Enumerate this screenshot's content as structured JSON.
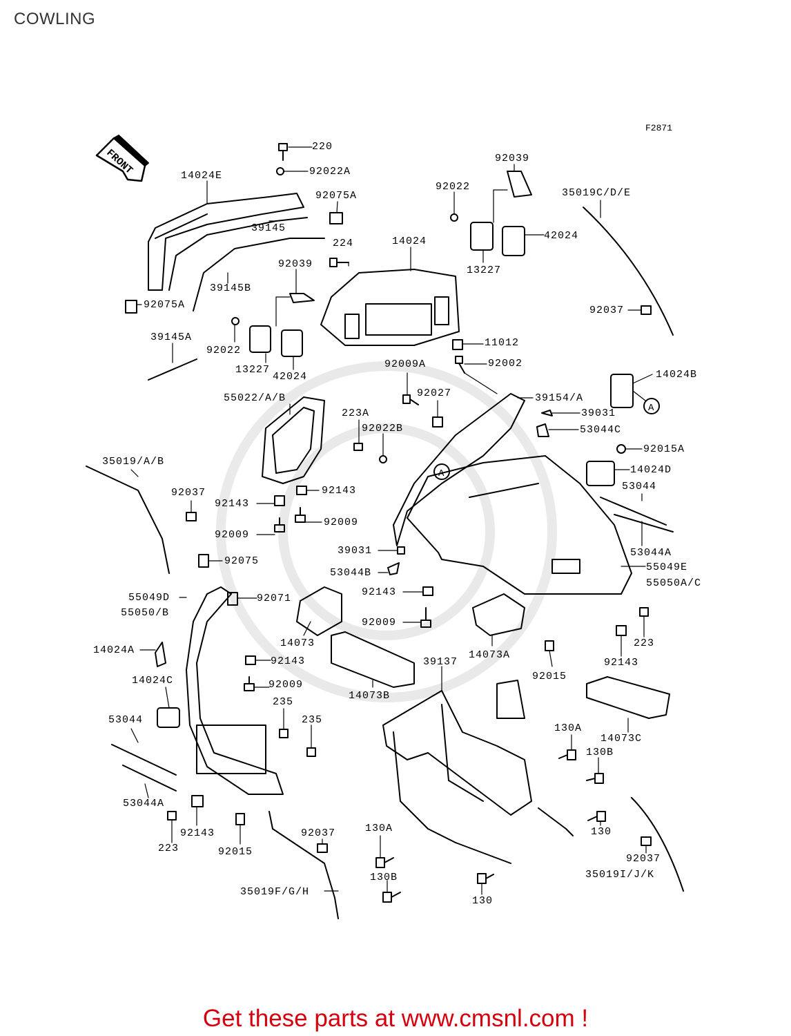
{
  "page": {
    "title": "COWLING",
    "figure_code": "F2871",
    "cta": "Get these parts at www.cmsnl.com !"
  },
  "front_arrow": {
    "label": "FRONT"
  },
  "callouts": {
    "a": "A"
  },
  "labels": {
    "p220": "220",
    "p92022A": "92022A",
    "p14024E": "14024E",
    "p92075A_top": "92075A",
    "p39145": "39145",
    "p224": "224",
    "p14024": "14024",
    "p92039_top": "92039",
    "p92022_top": "92022",
    "p42024_top": "42024",
    "p13227_top": "13227",
    "p35019CDE": "35019C/D/E",
    "p39145B": "39145B",
    "p92039_mid": "92039",
    "p92075A_left": "92075A",
    "p92037_right": "92037",
    "p39145A": "39145A",
    "p92022_mid": "92022",
    "p13227_mid": "13227",
    "p42024_mid": "42024",
    "p11012": "11012",
    "p92002": "92002",
    "p92009A": "92009A",
    "p14024B": "14024B",
    "p55022AB": "55022/A/B",
    "p92027": "92027",
    "p39154A": "39154/A",
    "p39031_top": "39031",
    "p223A": "223A",
    "p92022B": "92022B",
    "p53044C": "53044C",
    "p92015A": "92015A",
    "p35019AB": "35019/A/B",
    "p14024D": "14024D",
    "p92037_left": "92037",
    "p92143_a": "92143",
    "p92143_b": "92143",
    "p53044_right": "53044",
    "p92009_a": "92009",
    "p92009_b": "92009",
    "p39031_mid": "39031",
    "p53044A_right": "53044A",
    "p92075": "92075",
    "p53044B": "53044B",
    "p55049E": "55049E",
    "p55050AC": "55050A/C",
    "p92143_c": "92143",
    "p55049D": "55049D",
    "p92071": "92071",
    "p55050B": "55050/B",
    "p92009_c": "92009",
    "p223_right": "223",
    "p14073": "14073",
    "p14024A": "14024A",
    "p92143_d": "92143",
    "p14073A": "14073A",
    "p92143_e": "92143",
    "p14024C": "14024C",
    "p92009_d": "92009",
    "p39137": "39137",
    "p92015_mid": "92015",
    "p14073B": "14073B",
    "p235_a": "235",
    "p235_b": "235",
    "p53044_left": "53044",
    "p130A_right": "130A",
    "p14073C": "14073C",
    "p130B_right": "130B",
    "p53044A_left": "53044A",
    "p92143_f": "92143",
    "p223_left": "223",
    "p92015_bottom": "92015",
    "p92037_bottom": "92037",
    "p130A_left": "130A",
    "p130_right": "130",
    "p92037_br": "92037",
    "p35019IJK": "35019I/J/K",
    "p130B_left": "130B",
    "p130_bottom": "130",
    "p35019FGH": "35019F/G/H"
  }
}
